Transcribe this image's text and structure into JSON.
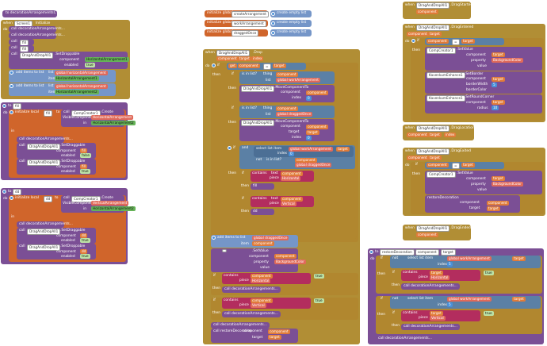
{
  "column1": {
    "proc_decoration": "to decorationArrangementsC",
    "when_screen": "when",
    "screen_name": "Screen1",
    "initialize": "Initialize",
    "do": "do",
    "call1": "call decorationArrangements...",
    "call2": "call decorationArrangements...",
    "call_fill": "call",
    "fill_a": "fill",
    "fill_b": "fill",
    "call_dd": "call",
    "dd_name": "DragAndDropAll1",
    "set_droppable": ".SetDroppable",
    "component": "component",
    "ha1": "HorizontalArrangement1",
    "enabled": "enabled",
    "true": "true",
    "add_items_list": "add items to list",
    "list": "list",
    "item": "item",
    "global_ha": "global horizontalArrangement",
    "ha_value_1": "HorizontalArrangement1",
    "ha_value_2": "HorizontalArrangement2",
    "proc_fill": "to",
    "fill_name": "fill",
    "init_local": "initialize local",
    "fill_var": "fill",
    "to": "to",
    "call_comp": "call",
    "comp_creator": "CompCreator1",
    "create": ".Create",
    "visible_component": "VisibleComponent",
    "ha_type": "HorizontalArrangement",
    "in": "in",
    "ha2": "HorizontalArrangement2",
    "set_draggable": ".SetDraggable",
    "get": "get",
    "fill": "fill",
    "false": "false",
    "proc_dd": "to",
    "dd_var": "dd",
    "va_type": "VerticalArrangement",
    "va2": "VerticalArrangement2",
    "dd_local": "dd"
  },
  "column2": {
    "init_global1": "initialize global",
    "createArrangement": "createArrangement",
    "init_global2": "initialize global",
    "workArrangement": "workArrangement",
    "init_global3": "initialize global",
    "draggedOnce": "draggedOnce",
    "create_empty_list": "create empty list",
    "when": "when",
    "dd_all": "DragAndDropAll1",
    "drop": ".Drop",
    "component": "component",
    "target": "target",
    "index": "index",
    "do": "do",
    "if": "if",
    "eq": "=",
    "is_in_list": "is in list?",
    "thing": "thing",
    "list": "list",
    "global_work": "global workArrangement",
    "global_dragged": "global draggedOnce",
    "move_to": ".MoveComponentTo",
    "num_0": "0",
    "then": "then",
    "and": "and",
    "select_list_item": "select list item",
    "contains": "contains",
    "text": "text",
    "piece": "piece",
    "horizontal": "Horizontal",
    "vertical": "Vertical",
    "set_fill": "set",
    "fill": "fill",
    "dd": "dd",
    "add_items_list": "add items to list",
    "item": "item",
    "set_value": ".SetValue",
    "property": "property",
    "bg_color": "BackgroundColor",
    "value": "value",
    "call_deco": "call decorationArrangements...",
    "call_restore": "call restoreDecoration",
    "get": "get",
    "global_create": "global createArrangement",
    "not": "not",
    "true": "true"
  },
  "column3": {
    "when": "when",
    "dd_all": "DragAndDropAll1",
    "drag_started": ".DragStarted",
    "drag_entered": ".DragEntered",
    "drag_location": ".DragLocation",
    "drag_exited": ".DragExited",
    "drag_ended": ".DragEnded",
    "component": "component",
    "target": "target",
    "index": "index",
    "do": "do",
    "if": "if",
    "eq": "=",
    "then": "then",
    "comp_creator": "CompCreator1",
    "set_value": ".SetValue",
    "property": "property",
    "bg_color": "BackgroundColor",
    "value": "value",
    "kavenkum": "KavenkumEnhance1",
    "set_border": ".SetBorder",
    "border_width": "borderWidth",
    "border_color": "borderColor",
    "set_round_corner": ".SetRoundCorner",
    "radius": "radius",
    "num_5": "5",
    "num_10": "10",
    "call": "call",
    "restore": "restoreDecoration",
    "proc_restore": "to",
    "restore_name": "restoreDecoration",
    "not": "not",
    "select_list_item": "select list item",
    "global_work": "global workArrangement",
    "contains": "contains",
    "text": "text",
    "piece": "piece",
    "horizontal": "Horizontal",
    "vertical": "Vertical",
    "call_deco": "call decorationArrangements...",
    "get": "get",
    "true": "true"
  }
}
